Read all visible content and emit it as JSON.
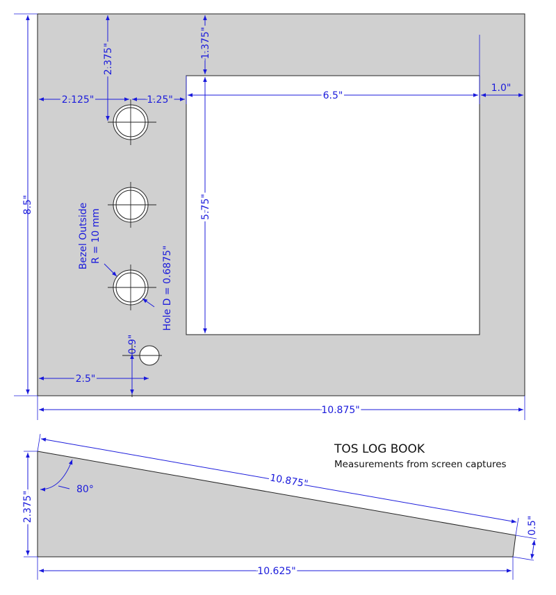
{
  "title": "TOS LOG BOOK",
  "subtitle": "Measurements from screen captures",
  "colors": {
    "dimension": "#1a1adb",
    "panel_fill": "#d0d0d0",
    "outline": "#222222",
    "cutout": "#ffffff"
  },
  "front_view": {
    "overall_height": "8.5\"",
    "overall_width": "10.875\"",
    "hole_top_offset": "2.375\"",
    "hole_left_offset": "2.125\"",
    "hole_to_window": "1.25\"",
    "window_top_offset": "1.375\"",
    "window_width": "6.5\"",
    "window_right_offset": "1.0\"",
    "window_height": "5.75\"",
    "bezel_note_line1": "Bezel Outside",
    "bezel_note_line2": "R = 10 mm",
    "hole_note": "Hole D = 0.6875\"",
    "small_hole_offset_y": "0.9\"",
    "small_hole_offset_x": "2.5\""
  },
  "side_view": {
    "slope_length": "10.875\"",
    "angle": "80°",
    "rear_height": "2.375\"",
    "front_height": "0.5\"",
    "base_length": "10.625\""
  }
}
